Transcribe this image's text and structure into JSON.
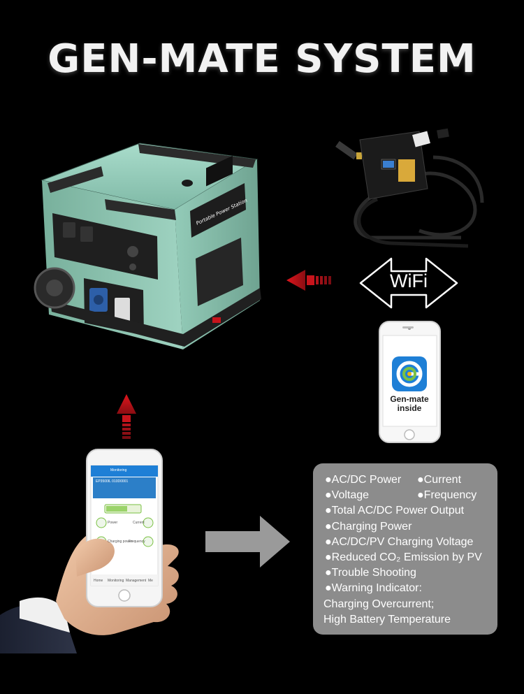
{
  "title": "GEN-MATE SYSTEM",
  "wifi_label": "WiFi",
  "generator_labels": {
    "brand": "Portable Power Station"
  },
  "app_logo": {
    "line1": "Gen-mate",
    "line2": "inside"
  },
  "app_screen": {
    "header": "Monitoring",
    "device_id": "EP3500IL 010D0001",
    "values": {
      "power": "Power",
      "current": "Current",
      "charging_power": "Charging power",
      "frequency": "Frequency"
    },
    "tabs": [
      "Home",
      "Monitoring",
      "Management",
      "Me"
    ]
  },
  "features": [
    "●AC/DC Power",
    "●Current",
    "●Voltage",
    "●Frequency",
    "●Total AC/DC Power Output",
    "●Charging Power",
    "●AC/DC/PV Charging Voltage",
    "●Reduced CO₂ Emission by PV",
    "●Trouble Shooting",
    "●Warning Indicator:",
    "Charging Overcurrent;",
    "High Battery Temperature"
  ],
  "colors": {
    "background": "#000000",
    "generator_body": "#8fc7b4",
    "arrow_red": "#c8141c",
    "arrow_gray": "#9a9a9a",
    "panel_gray": "#8c8c8c",
    "app_blue": "#1e7fd6",
    "app_green": "#7ac143"
  }
}
